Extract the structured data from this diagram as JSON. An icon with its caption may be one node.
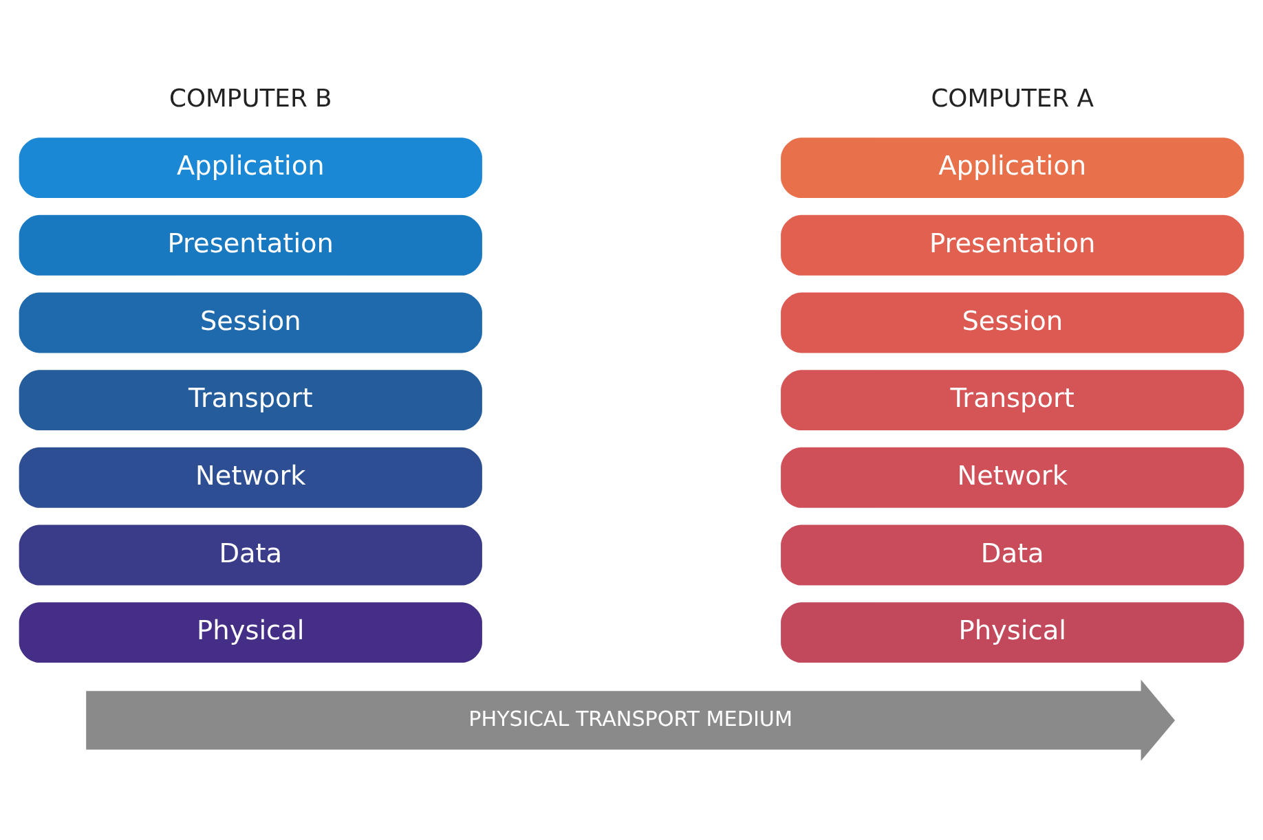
{
  "diagram": {
    "nodes": [
      {
        "text": [
          "Application"
        ]
      },
      {
        "text": [
          "Presentation"
        ]
      },
      {
        "text": [
          "Session"
        ]
      },
      {
        "text": [
          "Transport"
        ]
      },
      {
        "text": [
          "Network"
        ]
      },
      {
        "text": [
          "Data"
        ]
      },
      {
        "text": [
          "Physical"
        ]
      },
      {
        "text": [
          "Application"
        ]
      },
      {
        "text": [
          "Presentation"
        ]
      },
      {
        "text": [
          "Session"
        ]
      },
      {
        "text": [
          "Transport"
        ]
      },
      {
        "text": [
          "Network"
        ]
      },
      {
        "text": [
          "Data"
        ]
      },
      {
        "text": [
          "Physical"
        ]
      },
      {
        "text": [
          "PHYSICAL TRANSPORT MEDIUM"
        ]
      }
    ],
    "labels": [
      "COMPUTER A",
      "COMPUTER B"
    ]
  }
}
